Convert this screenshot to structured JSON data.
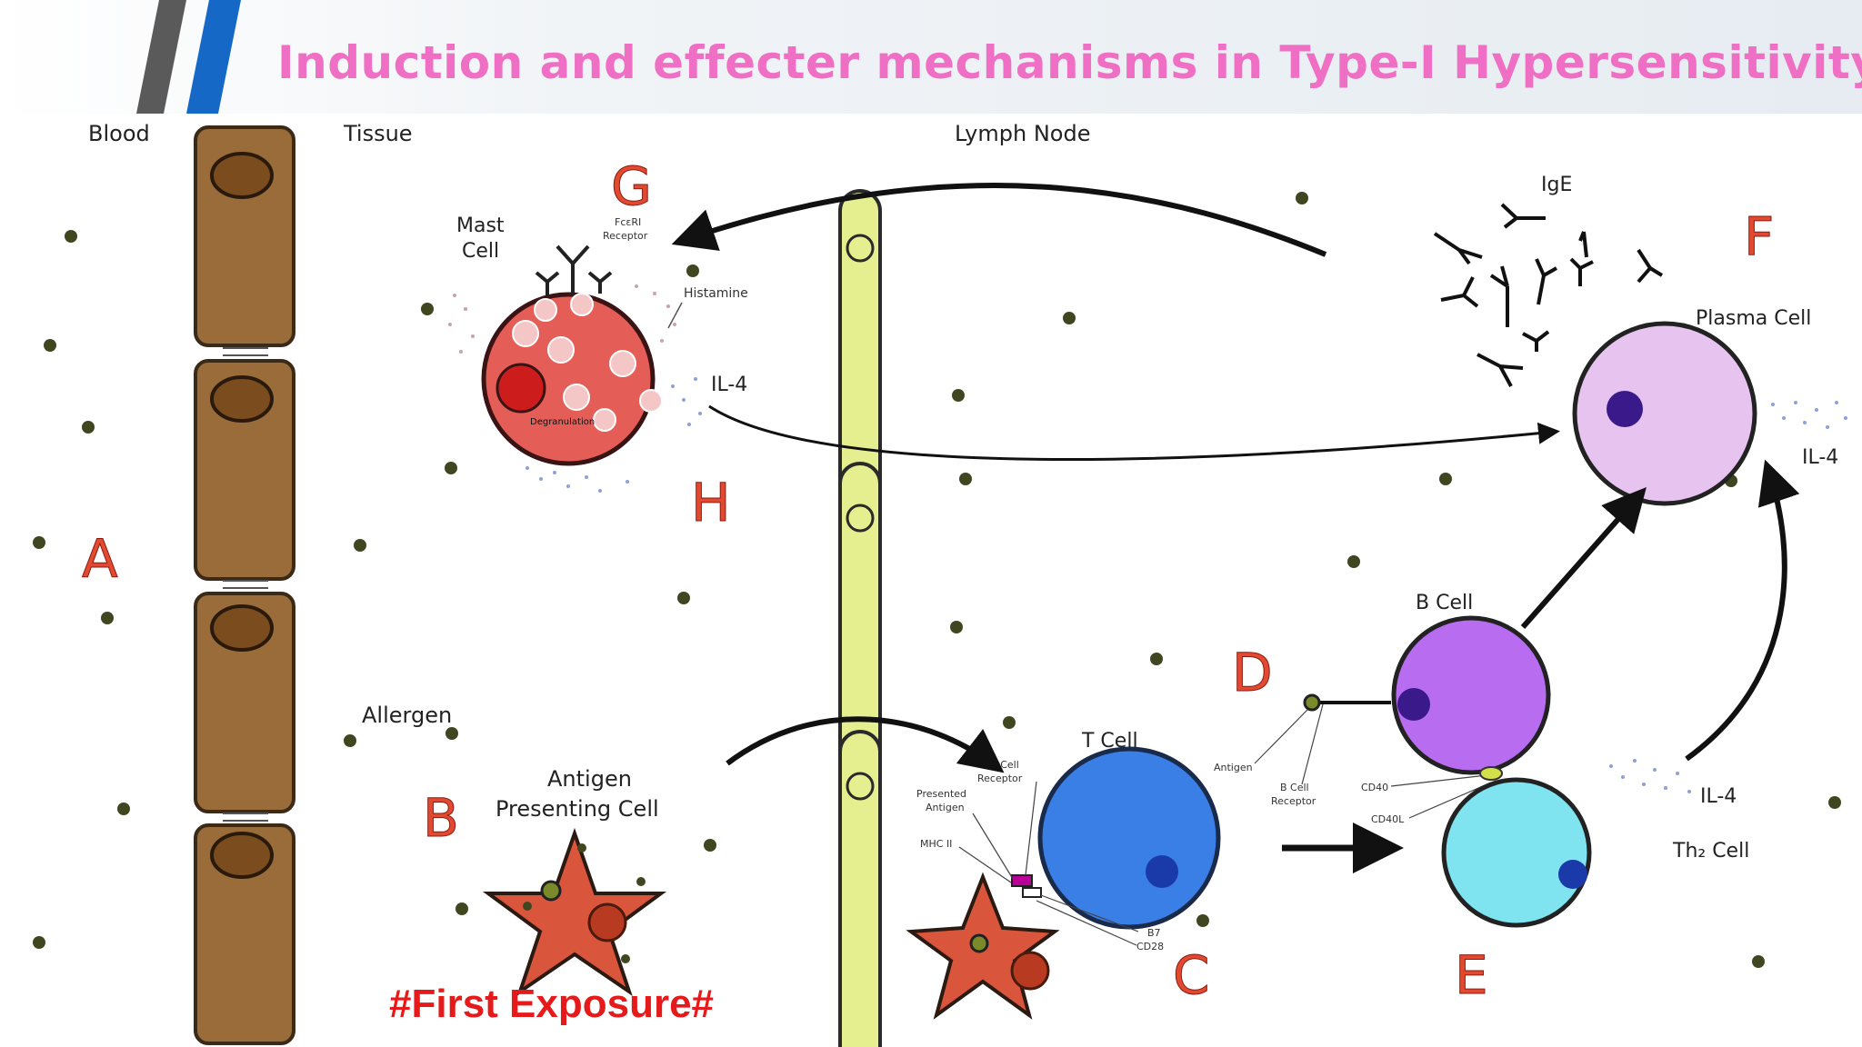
{
  "slide": {
    "title": "Induction and effecter mechanisms in Type-I Hypersensitivity",
    "caption": "#First Exposure#",
    "colors": {
      "title": "#ee6fc4",
      "caption": "#e61a1a",
      "stripe_gray": "#5a5a5a",
      "stripe_blue": "#1668c7"
    }
  },
  "diagram": {
    "regions": {
      "blood": "Blood",
      "tissue": "Tissue",
      "lymph_node": "Lymph Node"
    },
    "step_letters": {
      "a": "A",
      "b": "B",
      "c": "C",
      "d": "D",
      "e": "E",
      "f": "F",
      "g": "G",
      "h": "H"
    },
    "labels": {
      "mast_cell_1": "Mast",
      "mast_cell_2": "Cell",
      "fceri_1": "FcεRI",
      "fceri_2": "Receptor",
      "histamine": "Histamine",
      "degranulation": "Degranulation",
      "il4_mast": "IL-4",
      "ige": "IgE",
      "plasma_cell": "Plasma Cell",
      "il4_plasma": "IL-4",
      "allergen": "Allergen",
      "apc_1": "Antigen",
      "apc_2": "Presenting Cell",
      "t_cell": "T Cell",
      "tcr_1": "T Cell",
      "tcr_2": "Receptor",
      "presented_1": "Presented",
      "presented_2": "Antigen",
      "mhc": "MHC II",
      "b7": "B7",
      "cd28": "CD28",
      "b_cell": "B Cell",
      "antigen": "Antigen",
      "bcr_1": "B Cell",
      "bcr_2": "Receptor",
      "cd40": "CD40",
      "cd40l": "CD40L",
      "il4_th2": "IL-4",
      "th2_cell": "Th₂ Cell"
    }
  }
}
